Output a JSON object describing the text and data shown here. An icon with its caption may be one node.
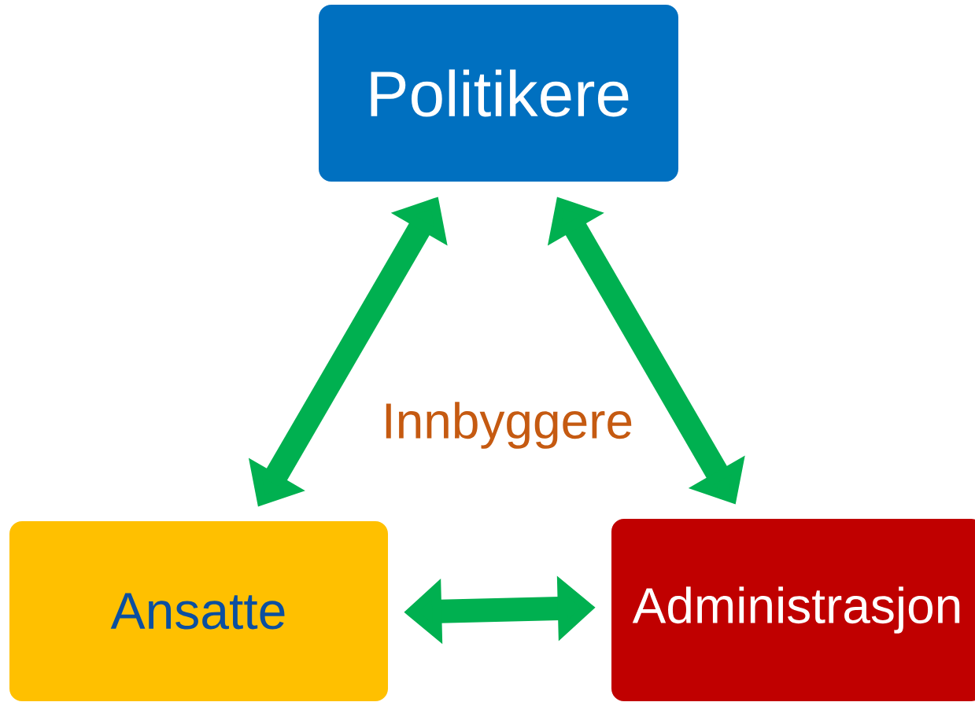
{
  "diagram": {
    "nodes": [
      {
        "text": [
          "Politikere"
        ]
      },
      {
        "text": [
          "Ansatte"
        ]
      },
      {
        "text": [
          "Administrasjon"
        ]
      }
    ],
    "edges": [
      {
        "from": 0,
        "to": 1,
        "arrow": "both"
      },
      {
        "from": 0,
        "to": 2,
        "arrow": "both"
      },
      {
        "from": 1,
        "to": 2,
        "arrow": "both"
      }
    ],
    "labels": [
      "Innbyggere"
    ]
  }
}
